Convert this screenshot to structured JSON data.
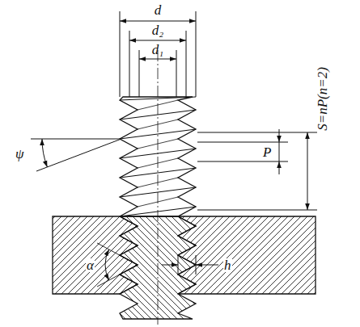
{
  "diagram": {
    "labels": [
      "d",
      "d₂",
      "d₁",
      "S=nP(n=2)",
      "P",
      "ψ",
      "α",
      "h"
    ]
  }
}
